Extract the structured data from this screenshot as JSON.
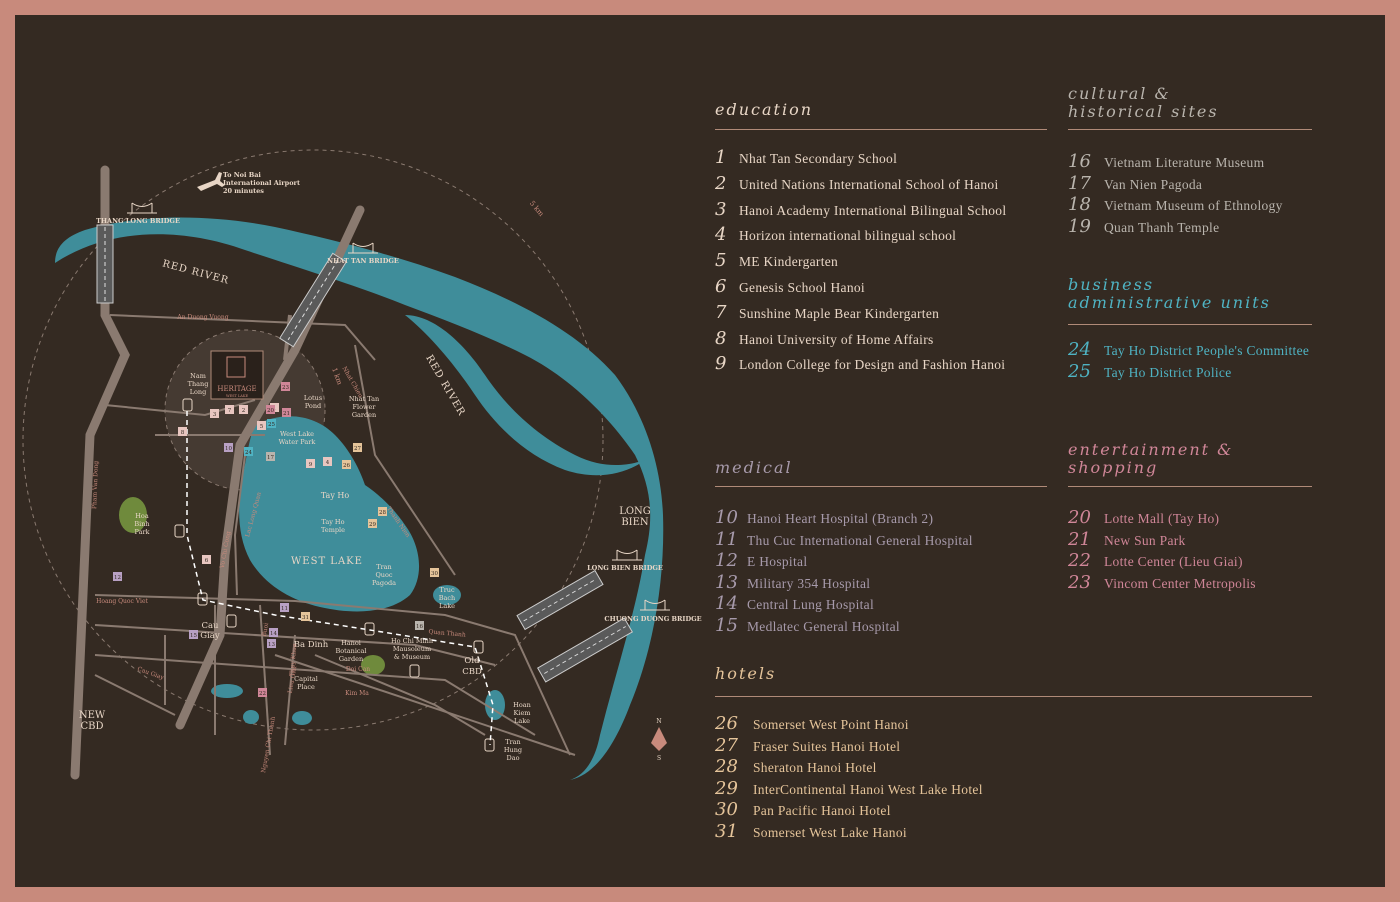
{
  "colors": {
    "frame": "#c88a7c",
    "background": "#342a22",
    "river": "#3f8d9a",
    "lake": "#3f8d9a",
    "road": "#8a7a70",
    "education": "#e8d6c6",
    "cultural": "#b9b4ad",
    "business": "#4fb3c3",
    "medical": "#a79aab",
    "entertainment": "#d08698",
    "hotels": "#e5c49a"
  },
  "map": {
    "bridges": {
      "thang_long": "THANG LONG BRIDGE",
      "nhat_tan": "NHAT TAN BRIDGE",
      "long_bien": "LONG BIEN BRIDGE",
      "chuong_duong": "CHUONG DUONG BRIDGE"
    },
    "airport": {
      "line1": "To Noi Bai",
      "line2": "International Airport",
      "line3": "20 minutes"
    },
    "rivers": {
      "red_river_1": "RED RIVER",
      "red_river_2": "RED RIVER"
    },
    "lake": {
      "west_lake": "WEST LAKE",
      "tay_ho": "Tay Ho"
    },
    "districts": {
      "long_bien_1": "LONG",
      "long_bien_2": "BIEN",
      "new_cbd_1": "NEW",
      "new_cbd_2": "CBD",
      "old_cbd_1": "Old",
      "old_cbd_2": "CBD",
      "cau_giay_1": "Cau",
      "cau_giay_2": "Giay",
      "ba_dinh": "Ba Dinh"
    },
    "places": {
      "nam_thang_long": [
        "Nam",
        "Thang",
        "Long"
      ],
      "lotus_pond": [
        "Lotus",
        "Pond"
      ],
      "nhat_tan_flower": [
        "Nhat Tan",
        "Flower",
        "Garden"
      ],
      "water_park": [
        "West Lake",
        "Water Park"
      ],
      "tay_ho_temple": [
        "Tay Ho",
        "Temple"
      ],
      "tran_quoc": [
        "Tran",
        "Quoc",
        "Pagoda"
      ],
      "truc_bach": [
        "Truc",
        "Bach",
        "Lake"
      ],
      "hoa_binh": [
        "Hoa",
        "Binh",
        "Park"
      ],
      "botanical": [
        "Hanoi",
        "Botanical",
        "Garden"
      ],
      "mausoleum": [
        "Ho Chi Minh",
        "Mausoleum",
        "& Museum"
      ],
      "capital_place": [
        "Capital",
        "Place"
      ],
      "hoan_kiem": [
        "Hoan",
        "Kiem",
        "Lake"
      ],
      "tran_hung_dao": [
        "Tran",
        "Hung",
        "Dao"
      ]
    },
    "roads": {
      "an_duong_vuong": "An Duong Vuong",
      "hoang_quoc_viet": "Hoang Quoc Viet",
      "pham_van_dong": "Pham Van Dong",
      "vo_chi_cong": "Vo Chi Cong",
      "quan_thanh": "Quan Thanh",
      "kim_ma": "Kim Ma",
      "doi_can": "Doi Can",
      "cau_giay": "Cau Giay",
      "nhat_chieu": "Nhat Chieu",
      "lac_long_quan": "Lac Long Quan",
      "buoi": "Buoi",
      "thuy_khue": "Thuy Khue",
      "thanh_nien": "Thanh Nien",
      "lieu_giai": "Lieu Giai",
      "nguyen_chi_thanh": "Nguyen Chi Thanh"
    },
    "distances": {
      "one_km": "1 km",
      "five_km": "5 km"
    },
    "heritage": {
      "name": "HERITAGE",
      "sub": "WEST LAKE"
    },
    "compass": {
      "n": "N",
      "s": "S"
    },
    "markers": [
      {
        "n": "1",
        "cat": "education"
      },
      {
        "n": "2",
        "cat": "education"
      },
      {
        "n": "3",
        "cat": "education"
      },
      {
        "n": "4",
        "cat": "education"
      },
      {
        "n": "5",
        "cat": "education"
      },
      {
        "n": "6",
        "cat": "education"
      },
      {
        "n": "7",
        "cat": "education"
      },
      {
        "n": "8",
        "cat": "education"
      },
      {
        "n": "9",
        "cat": "education"
      },
      {
        "n": "10",
        "cat": "medical"
      },
      {
        "n": "11",
        "cat": "medical"
      },
      {
        "n": "12",
        "cat": "medical"
      },
      {
        "n": "13",
        "cat": "medical"
      },
      {
        "n": "14",
        "cat": "medical"
      },
      {
        "n": "15",
        "cat": "medical"
      },
      {
        "n": "16",
        "cat": "cultural"
      },
      {
        "n": "17",
        "cat": "cultural"
      },
      {
        "n": "20",
        "cat": "entertainment"
      },
      {
        "n": "21",
        "cat": "entertainment"
      },
      {
        "n": "22",
        "cat": "entertainment"
      },
      {
        "n": "23",
        "cat": "entertainment"
      },
      {
        "n": "24",
        "cat": "business"
      },
      {
        "n": "25",
        "cat": "business"
      },
      {
        "n": "26",
        "cat": "hotels"
      },
      {
        "n": "27",
        "cat": "hotels"
      },
      {
        "n": "28",
        "cat": "hotels"
      },
      {
        "n": "29",
        "cat": "hotels"
      },
      {
        "n": "30",
        "cat": "hotels"
      },
      {
        "n": "31",
        "cat": "hotels"
      }
    ]
  },
  "legend": {
    "education": {
      "title": "education",
      "items": [
        {
          "n": "1",
          "label": "Nhat Tan Secondary School"
        },
        {
          "n": "2",
          "label": "United Nations International School of Hanoi"
        },
        {
          "n": "3",
          "label": "Hanoi Academy International Bilingual School"
        },
        {
          "n": "4",
          "label": "Horizon international bilingual school"
        },
        {
          "n": "5",
          "label": "ME Kindergarten"
        },
        {
          "n": "6",
          "label": "Genesis School Hanoi"
        },
        {
          "n": "7",
          "label": "Sunshine Maple Bear Kindergarten"
        },
        {
          "n": "8",
          "label": "Hanoi University of Home Affairs"
        },
        {
          "n": "9",
          "label": "London College for Design and Fashion Hanoi"
        }
      ]
    },
    "cultural": {
      "title1": "cultural &",
      "title2": "historical sites",
      "items": [
        {
          "n": "16",
          "label": "Vietnam Literature Museum"
        },
        {
          "n": "17",
          "label": "Van Nien Pagoda"
        },
        {
          "n": "18",
          "label": "Vietnam Museum of Ethnology"
        },
        {
          "n": "19",
          "label": "Quan Thanh Temple"
        }
      ]
    },
    "business": {
      "title1": "business",
      "title2": "administrative units",
      "items": [
        {
          "n": "24",
          "label": "Tay Ho District People's Committee"
        },
        {
          "n": "25",
          "label": "Tay Ho District Police"
        }
      ]
    },
    "medical": {
      "title": "medical",
      "items": [
        {
          "n": "10",
          "label": "Hanoi Heart Hospital (Branch 2)"
        },
        {
          "n": "11",
          "label": "Thu Cuc International General Hospital"
        },
        {
          "n": "12",
          "label": "E Hospital"
        },
        {
          "n": "13",
          "label": "Military 354 Hospital"
        },
        {
          "n": "14",
          "label": "Central Lung Hospital"
        },
        {
          "n": "15",
          "label": "Medlatec General Hospital"
        }
      ]
    },
    "entertainment": {
      "title1": "entertainment &",
      "title2": "shopping",
      "items": [
        {
          "n": "20",
          "label": "Lotte Mall (Tay Ho)"
        },
        {
          "n": "21",
          "label": "New Sun Park"
        },
        {
          "n": "22",
          "label": "Lotte Center (Lieu Giai)"
        },
        {
          "n": "23",
          "label": "Vincom Center Metropolis"
        }
      ]
    },
    "hotels": {
      "title": "hotels",
      "items": [
        {
          "n": "26",
          "label": "Somerset West Point Hanoi"
        },
        {
          "n": "27",
          "label": "Fraser Suites Hanoi Hotel"
        },
        {
          "n": "28",
          "label": "Sheraton Hanoi Hotel"
        },
        {
          "n": "29",
          "label": "InterContinental Hanoi West Lake Hotel"
        },
        {
          "n": "30",
          "label": "Pan Pacific Hanoi Hotel"
        },
        {
          "n": "31",
          "label": "Somerset West Lake Hanoi"
        }
      ]
    }
  }
}
